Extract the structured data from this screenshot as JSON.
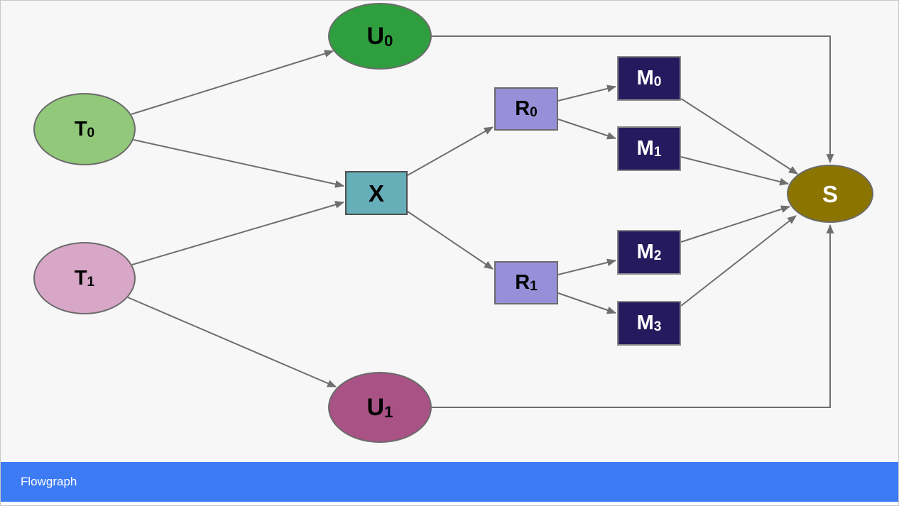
{
  "diagram": {
    "background": "#f7f7f7",
    "edge_color": "#6e6e6e",
    "nodes": {
      "T0": {
        "label": "T",
        "sub": "0",
        "shape": "ellipse",
        "fill": "#92c87a",
        "border": "#6b6b6b",
        "text_color": "#000000"
      },
      "T1": {
        "label": "T",
        "sub": "1",
        "shape": "ellipse",
        "fill": "#d8a7c8",
        "border": "#6b6b6b",
        "text_color": "#000000"
      },
      "U0": {
        "label": "U",
        "sub": "0",
        "shape": "ellipse",
        "fill": "#2f9e3e",
        "border": "#6b6b6b",
        "text_color": "#000000"
      },
      "U1": {
        "label": "U",
        "sub": "1",
        "shape": "ellipse",
        "fill": "#a85285",
        "border": "#6b6b6b",
        "text_color": "#000000"
      },
      "X": {
        "label": "X",
        "sub": "",
        "shape": "rect",
        "fill": "#66afb9",
        "border": "#4f4f4f",
        "text_color": "#000000"
      },
      "R0": {
        "label": "R",
        "sub": "0",
        "shape": "rect",
        "fill": "#9790d8",
        "border": "#6b6b6b",
        "text_color": "#000000"
      },
      "R1": {
        "label": "R",
        "sub": "1",
        "shape": "rect",
        "fill": "#9790d8",
        "border": "#6b6b6b",
        "text_color": "#000000"
      },
      "M0": {
        "label": "M",
        "sub": "0",
        "shape": "rect",
        "fill": "#261a5e",
        "border": "#8a8a8a",
        "text_color": "#ffffff"
      },
      "M1": {
        "label": "M",
        "sub": "1",
        "shape": "rect",
        "fill": "#261a5e",
        "border": "#8a8a8a",
        "text_color": "#ffffff"
      },
      "M2": {
        "label": "M",
        "sub": "2",
        "shape": "rect",
        "fill": "#261a5e",
        "border": "#8a8a8a",
        "text_color": "#ffffff"
      },
      "M3": {
        "label": "M",
        "sub": "3",
        "shape": "rect",
        "fill": "#261a5e",
        "border": "#8a8a8a",
        "text_color": "#ffffff"
      },
      "S": {
        "label": "S",
        "sub": "",
        "shape": "ellipse",
        "fill": "#8b7400",
        "border": "#6b6b6b",
        "text_color": "#ffffff"
      }
    },
    "edges": [
      {
        "from": "T0",
        "to": "U0"
      },
      {
        "from": "T0",
        "to": "X"
      },
      {
        "from": "T1",
        "to": "X"
      },
      {
        "from": "T1",
        "to": "U1"
      },
      {
        "from": "X",
        "to": "R0"
      },
      {
        "from": "X",
        "to": "R1"
      },
      {
        "from": "R0",
        "to": "M0"
      },
      {
        "from": "R0",
        "to": "M1"
      },
      {
        "from": "R1",
        "to": "M2"
      },
      {
        "from": "R1",
        "to": "M3"
      },
      {
        "from": "M0",
        "to": "S"
      },
      {
        "from": "M1",
        "to": "S"
      },
      {
        "from": "M2",
        "to": "S"
      },
      {
        "from": "M3",
        "to": "S"
      },
      {
        "from": "U0",
        "to": "S"
      },
      {
        "from": "U1",
        "to": "S"
      }
    ]
  },
  "footer": {
    "label": "Flowgraph",
    "background": "#3d7bf5",
    "text_color": "#ffffff"
  }
}
